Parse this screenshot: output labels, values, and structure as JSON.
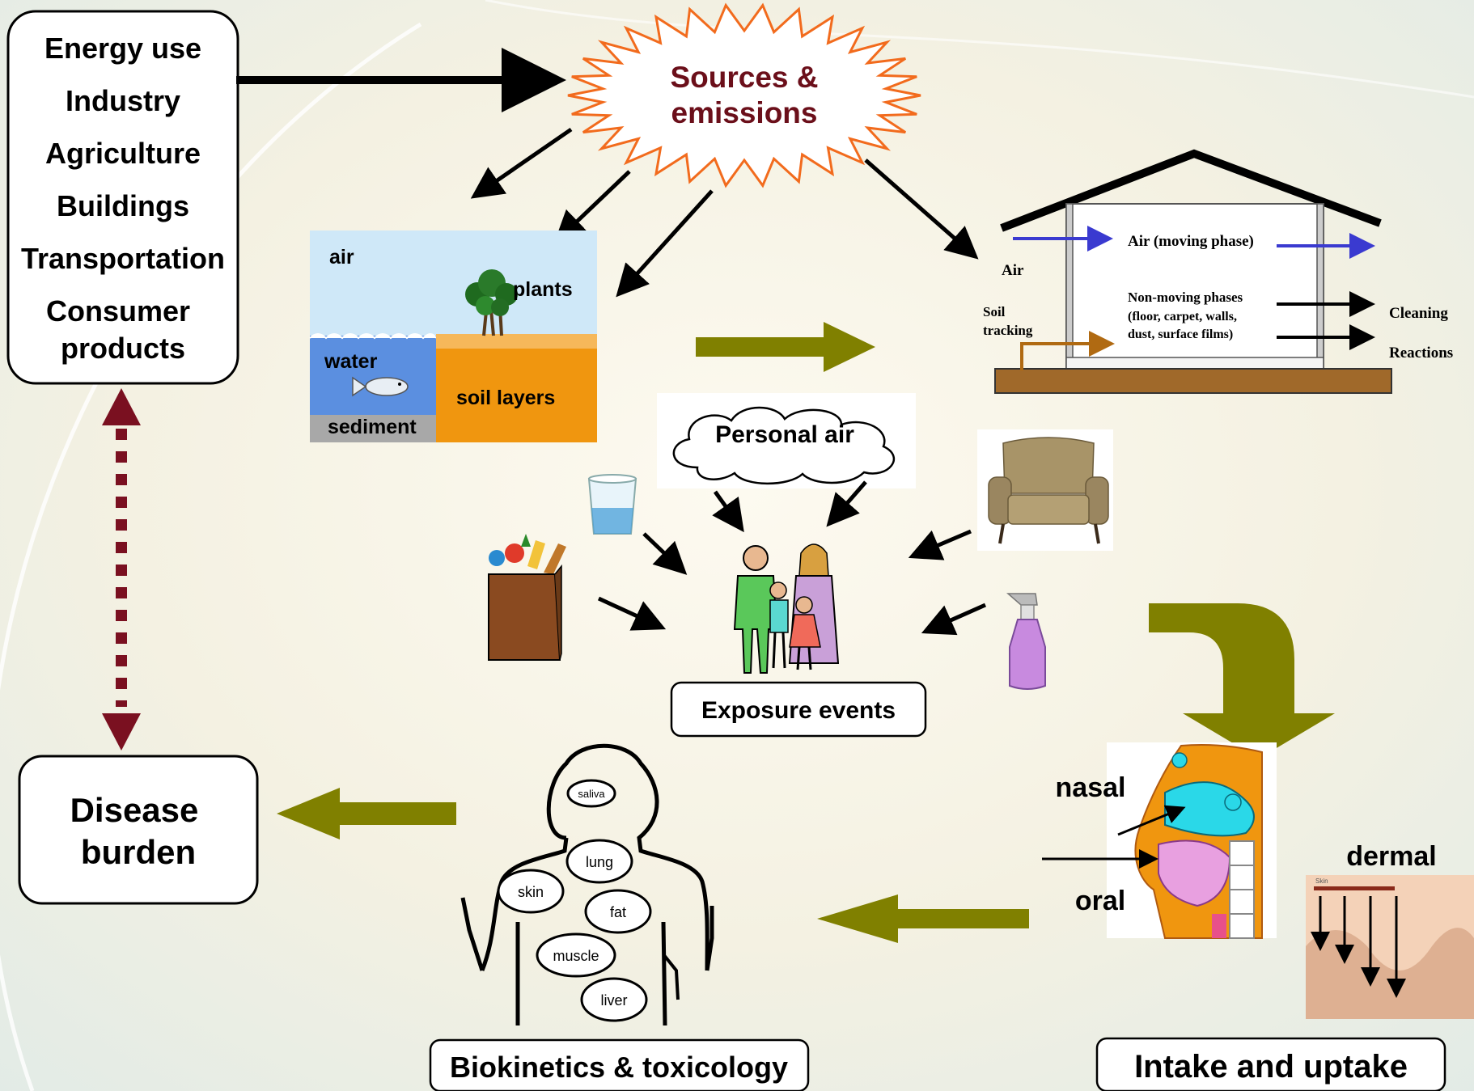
{
  "sectors": [
    "Energy use",
    "Industry",
    "Agriculture",
    "Buildings",
    "Transportation",
    "Consumer",
    "products"
  ],
  "sources": [
    "Sources &",
    "emissions"
  ],
  "environment": {
    "air": "air",
    "plants": "plants",
    "water": "water",
    "soil": "soil layers",
    "sediment": "sediment"
  },
  "house": {
    "air_moving": "Air (moving phase)",
    "air": "Air",
    "soil_tracking_1": "Soil",
    "soil_tracking_2": "tracking",
    "nonmoving_1": "Non-moving phases",
    "nonmoving_2": "(floor, carpet, walls,",
    "nonmoving_3": "dust, surface films)",
    "cleaning": "Cleaning",
    "reactions": "Reactions"
  },
  "personal_air": "Personal air",
  "exposure_events": "Exposure events",
  "disease": [
    "Disease",
    "burden"
  ],
  "biokinetics": "Biokinetics & toxicology",
  "organs": {
    "saliva": "saliva",
    "lung": "lung",
    "skin": "skin",
    "fat": "fat",
    "muscle": "muscle",
    "liver": "liver"
  },
  "routes": {
    "nasal": "nasal",
    "oral": "oral",
    "dermal": "dermal",
    "skin_tag": "Skin"
  },
  "intake": "Intake and uptake",
  "colors": {
    "flow_arrow": "#808000",
    "burst_stroke": "#f26b1d",
    "sources_text": "#6b0f1a",
    "disease_link": "#7a1020",
    "air_arrow": "#3a3ad0",
    "soil_orange": "#f0960f",
    "water_blue": "#5b8fe0"
  }
}
